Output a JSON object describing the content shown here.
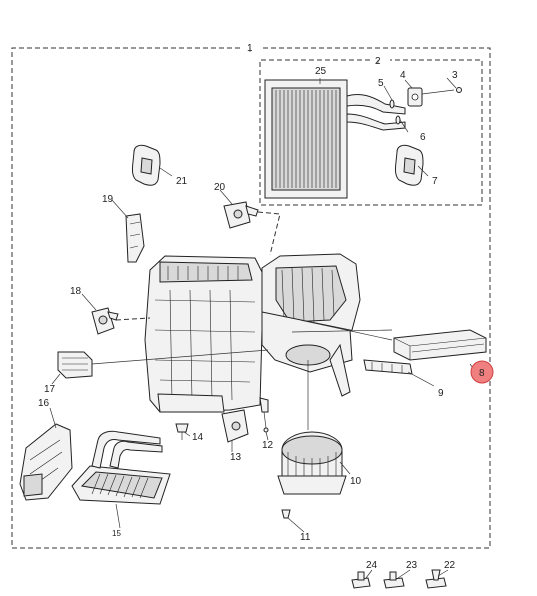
{
  "diagram": {
    "highlight_color": "#f08080",
    "callouts": [
      {
        "id": "c1",
        "text": "1"
      },
      {
        "id": "c2",
        "text": "2"
      },
      {
        "id": "c3",
        "text": "3"
      },
      {
        "id": "c4",
        "text": "4"
      },
      {
        "id": "c5",
        "text": "5"
      },
      {
        "id": "c6",
        "text": "6"
      },
      {
        "id": "c7",
        "text": "7"
      },
      {
        "id": "c8",
        "text": "8"
      },
      {
        "id": "c9",
        "text": "9"
      },
      {
        "id": "c10",
        "text": "10"
      },
      {
        "id": "c11",
        "text": "11"
      },
      {
        "id": "c12",
        "text": "12"
      },
      {
        "id": "c13",
        "text": "13"
      },
      {
        "id": "c14",
        "text": "14"
      },
      {
        "id": "c15",
        "text": "15"
      },
      {
        "id": "c16",
        "text": "16"
      },
      {
        "id": "c17",
        "text": "17"
      },
      {
        "id": "c18",
        "text": "18"
      },
      {
        "id": "c19",
        "text": "19"
      },
      {
        "id": "c20",
        "text": "20"
      },
      {
        "id": "c21",
        "text": "21"
      },
      {
        "id": "c22",
        "text": "22"
      },
      {
        "id": "c23",
        "text": "23"
      },
      {
        "id": "c24",
        "text": "24"
      },
      {
        "id": "c25",
        "text": "25"
      }
    ]
  }
}
